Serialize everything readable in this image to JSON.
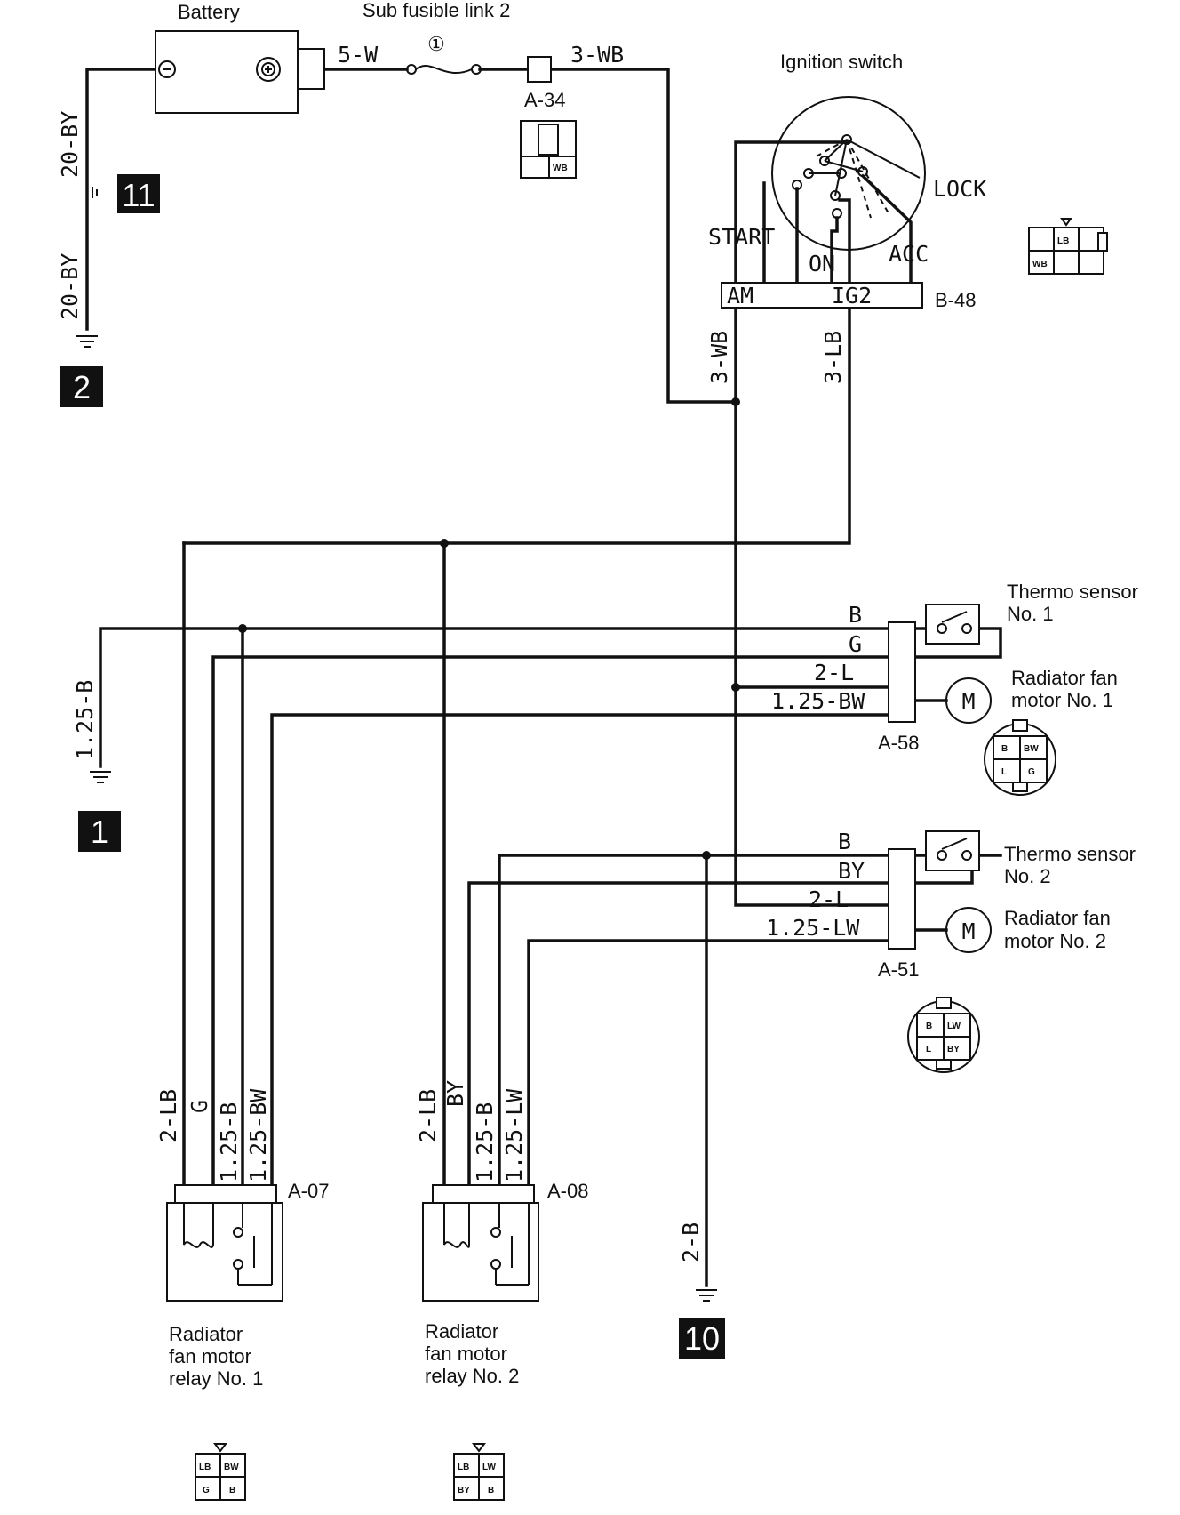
{
  "components": {
    "battery": "Battery",
    "fusible_link": "Sub fusible link 2",
    "fuse_number": "①",
    "ignition_switch": "Ignition switch",
    "ign_lock": "LOCK",
    "ign_start": "START",
    "ign_on": "ON",
    "ign_acc": "ACC",
    "ign_am": "AM",
    "ign_ig2": "IG2",
    "thermo_1_line1": "Thermo sensor",
    "thermo_1_line2": "No. 1",
    "fan_motor_1_line1": "Radiator fan",
    "fan_motor_1_line2": "motor No. 1",
    "thermo_2_line1": "Thermo sensor",
    "thermo_2_line2": "No. 2",
    "fan_motor_2_line1": "Radiator fan",
    "fan_motor_2_line2": "motor No. 2",
    "relay_1_line1": "Radiator",
    "relay_1_line2": "fan motor",
    "relay_1_line3": "relay No. 1",
    "relay_2_line1": "Radiator",
    "relay_2_line2": "fan motor",
    "relay_2_line3": "relay No. 2",
    "motor_symbol": "M"
  },
  "connectors": {
    "a34": "A-34",
    "b48": "B-48",
    "a58": "A-58",
    "a51": "A-51",
    "a07": "A-07",
    "a08": "A-08"
  },
  "grounds": {
    "g11": "11",
    "g2": "2",
    "g1": "1",
    "g10": "10"
  },
  "wires": {
    "bat_fuse": "5-W",
    "fuse_a34": "3-WB",
    "gnd11_upper": "20-BY",
    "gnd11_lower": "20-BY",
    "ign_am": "3-WB",
    "ign_ig2": "3-LB",
    "gnd1": "1.25-B",
    "a58_b": "B",
    "a58_g": "G",
    "a58_2l": "2-L",
    "a58_bw": "1.25-BW",
    "a51_b": "B",
    "a51_by": "BY",
    "a51_2l": "2-L",
    "a51_lw": "1.25-LW",
    "r1_lb": "2-LB",
    "r1_g": "G",
    "r1_b": "1.25-B",
    "r1_bw": "1.25-BW",
    "r2_lb": "2-LB",
    "r2_by": "BY",
    "r2_b": "1.25-B",
    "r2_lw": "1.25-LW",
    "gnd10": "2-B"
  },
  "pin_labels": {
    "a34_wb": "WB",
    "b48_lb": "LB",
    "b48_wb": "WB",
    "a58_b": "B",
    "a58_bw": "BW",
    "a58_l": "L",
    "a58_g": "G",
    "a51_b": "B",
    "a51_lw": "LW",
    "a51_l": "L",
    "a51_by": "BY",
    "a07_lb": "LB",
    "a07_bw": "BW",
    "a07_g": "G",
    "a07_b": "B",
    "a08_lb": "LB",
    "a08_lw": "LW",
    "a08_by": "BY",
    "a08_b": "B"
  }
}
